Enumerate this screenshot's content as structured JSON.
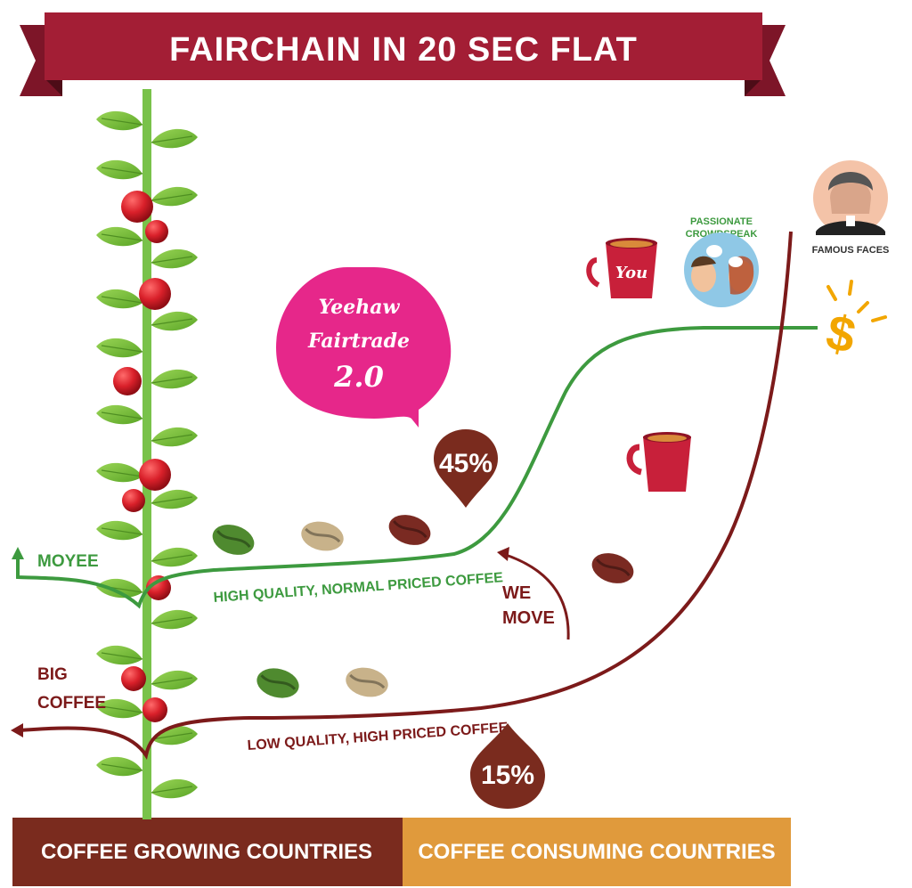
{
  "title": "FAIRCHAIN IN 20 SEC FLAT",
  "labels": {
    "moyee": "MOYEE",
    "big_coffee_1": "BIG",
    "big_coffee_2": "COFFEE",
    "high_quality": "HIGH QUALITY, NORMAL PRICED COFFEE",
    "low_quality": "LOW QUALITY, HIGH PRICED COFFEE",
    "we_move_1": "WE",
    "we_move_2": "MOVE",
    "passionate_1": "PASSIONATE",
    "passionate_2": "CROWDSPEAK",
    "famous_faces": "FAMOUS FACES",
    "you": "You",
    "dollar": "$"
  },
  "bubble": {
    "line1": "Yeehaw",
    "line2": "Fairtrade",
    "line3": "2.0"
  },
  "drops": {
    "green_share": "45%",
    "red_share": "15%"
  },
  "footer": {
    "left": "COFFEE GROWING COUNTRIES",
    "right": "COFFEE CONSUMING COUNTRIES"
  },
  "colors": {
    "banner": "#a31e35",
    "green_curve": "#3d9a3f",
    "red_curve": "#7c1a1a",
    "bubble": "#e6278a",
    "drop": "#7a2b1e",
    "footer_left": "#7a2b1e",
    "footer_right": "#e09a3c",
    "dollar": "#f2a600"
  }
}
